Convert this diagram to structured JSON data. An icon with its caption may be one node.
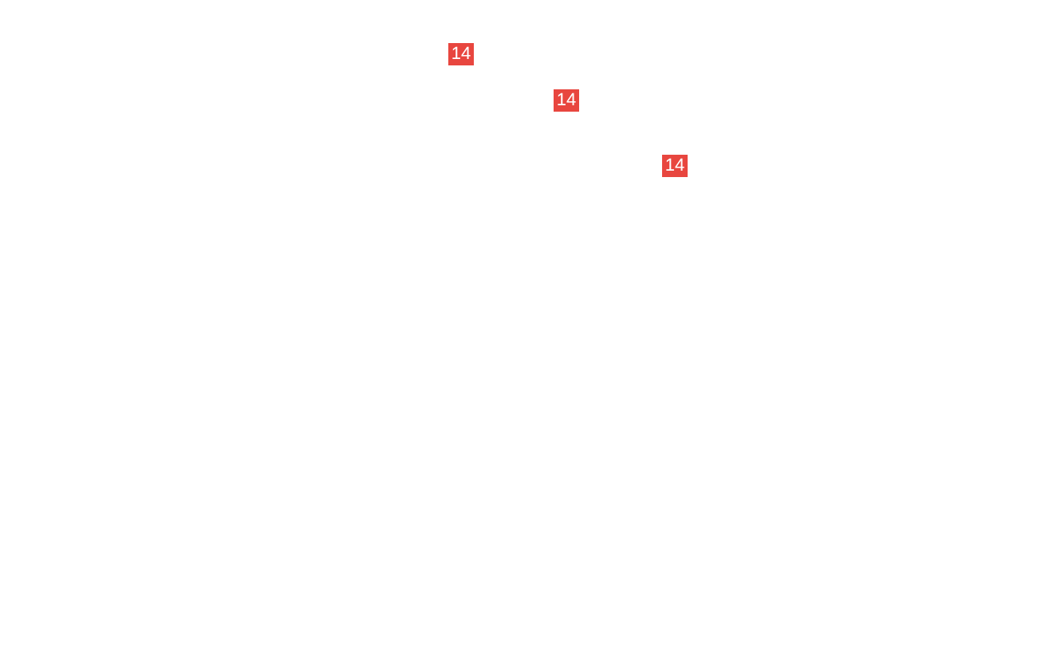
{
  "diagram": {
    "labels": [
      "14",
      "14",
      "14"
    ]
  }
}
